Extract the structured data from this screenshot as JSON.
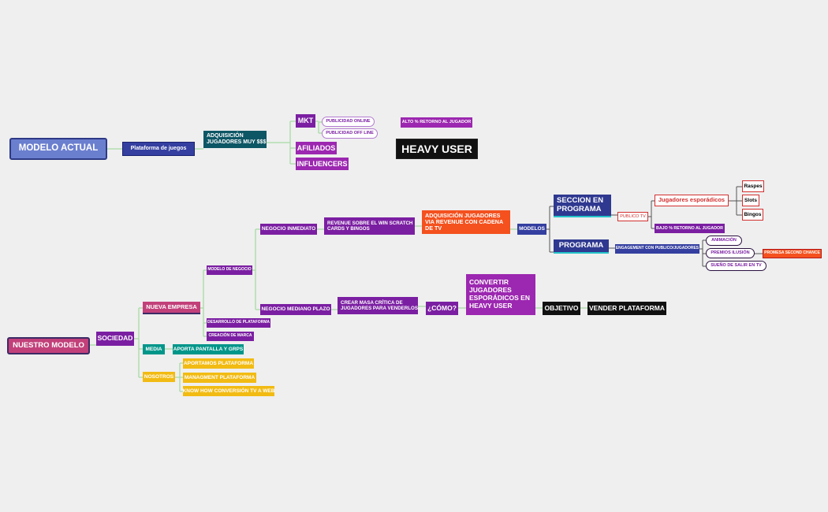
{
  "modelo_actual": {
    "root": "MODELO ACTUAL",
    "plataforma": "Plataforma de juegos",
    "adquisicion": "ADQUISICIÓN JUGADORES MUY $$$",
    "mkt": "MKT",
    "publicidad_online": "PUBLICIDAD ONLINE",
    "publicidad_offline": "PUBLICIDAD OFF LINE",
    "afiliados": "AFILIADOS",
    "influencers": "INFLUENCERS",
    "alto_retorno": "ALTO % RETORNO AL JUGADOR",
    "heavy_user": "HEAVY USER"
  },
  "nuestro_modelo": {
    "root": "NUESTRO MODELO",
    "sociedad": "SOCIEDAD",
    "nueva_empresa": "NUEVA EMPRESA",
    "modelo_negocio": "MODELO DE NEGOCIO",
    "negocio_inmediato": "NEGOCIO INMEDIATO",
    "revenue": "REVENUE SOBRE EL WIN SCRATCH CARDS Y BINGOS",
    "adquisicion_revenue": "ADQUISICIÓN JUGADORES VIA REVENUE CON CADENA DE TV",
    "modelos": "MODELOS",
    "seccion_programa": "SECCION EN PROGRAMA",
    "publico_tv": "PUBLICO TV",
    "jugadores_esporadicos": "Jugadores esporádicos",
    "raspes": "Raspes",
    "slots": "Slots",
    "bingos": "Bingos",
    "bajo_retorno": "BAJO % RETORNO AL JUGADOR",
    "programa": "PROGRAMA",
    "engagement": "ENGAGEMENT CON PUBLICO/JUGADORES",
    "animacion": "ANIMACIÓN",
    "premios": "PREMIOS ILUSIÓN",
    "promesa": "PROMESA SECOND CHANCE",
    "sueno": "SUEÑO DE SALIR EN TV",
    "negocio_mediano": "NEGOCIO MEDIANO PLAZO",
    "crear_masa": "CREAR MASA CRÍTICA DE JUGADORES PARA VENDERLOS",
    "como": "¿CÓMO?",
    "convertir": "CONVERTIR JUGADORES ESPORÁDICOS EN HEAVY USER",
    "objetivo": "OBJETIVO",
    "vender": "VENDER PLATAFORMA",
    "desarrollo": "DESARROLLO DE PLATAFORMA",
    "creacion_marca": "CREACIÓN DE MARCA",
    "media": "MEDIA",
    "aporta_pantalla": "APORTA PANTALLA Y GRPS",
    "nosotros": "NOSOTROS",
    "aportamos": "APORTAMOS PLATAFORMA",
    "managment": "MANAGMENT PLATAFORMA",
    "know_how": "KNOW HOW CONVERSIÓN TV A WEB"
  },
  "colors": {
    "connector": "#a6dba4",
    "connector_dark": "#555555",
    "navy": "#343fa0",
    "purple": "#7b1fa2",
    "orange": "#f4511e",
    "green": "#00968a",
    "yellow": "#f2bb13",
    "pink": "#c2407a"
  }
}
